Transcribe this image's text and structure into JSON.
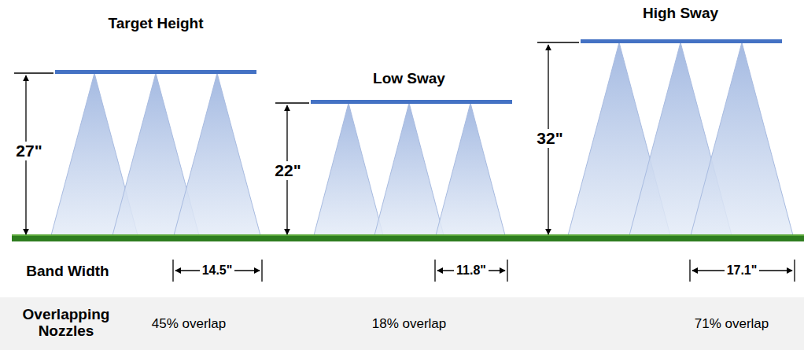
{
  "diagram": {
    "labels": [
      "Target Height",
      "Low Sway",
      "High Sway",
      "27\"",
      "22\"",
      "32\"",
      "Band Width",
      "14.5\"",
      "11.8\"",
      "17.1\"",
      "Overlapping Nozzles",
      "45% overlap",
      "18% overlap",
      "71% overlap"
    ]
  }
}
